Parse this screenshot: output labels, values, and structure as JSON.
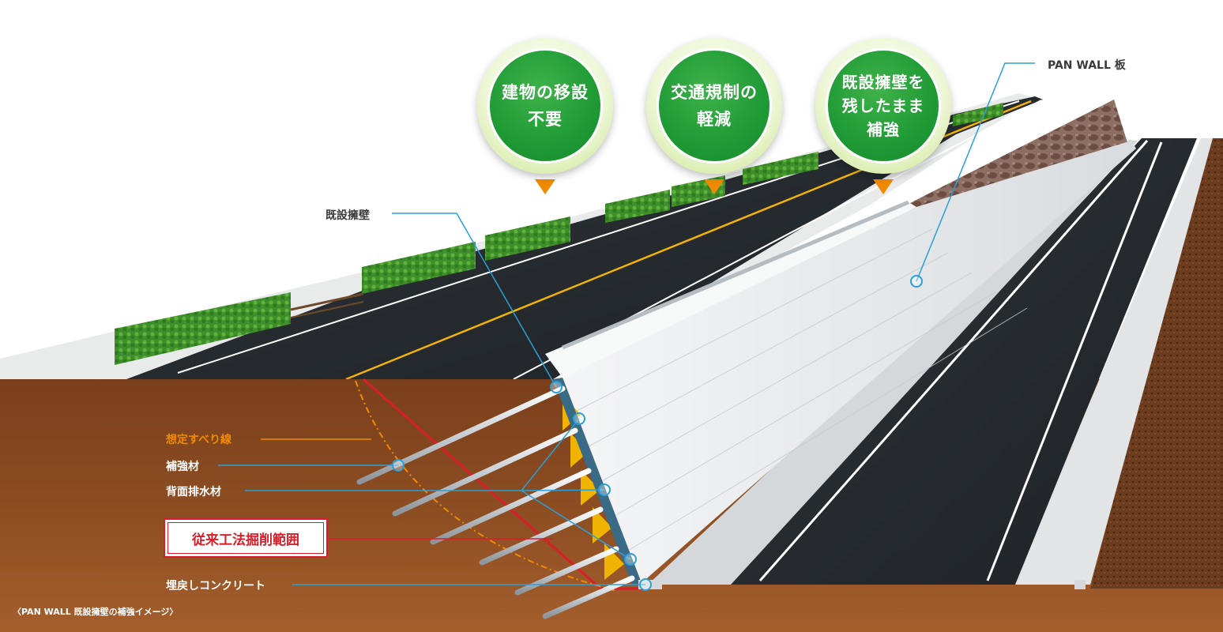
{
  "badges": [
    {
      "text": "建物の移設\n不要"
    },
    {
      "text": "交通規制の\n軽減"
    },
    {
      "text": "既設擁壁を\n残したまま\n補強"
    }
  ],
  "labels": {
    "pan_wall_board": "PAN WALL 板",
    "existing_wall": "既設擁壁",
    "slip_line": "想定すべり線",
    "reinforcement": "補強材",
    "back_drainage": "背面排水材",
    "conventional_excavation": "従来工法掘削範囲",
    "backfill_concrete": "埋戻しコンクリート"
  },
  "caption": "〈PAN WALL 既設擁壁の補強イメージ〉",
  "colors": {
    "badge_green": "#1f9a35",
    "leader_blue": "#2a9fd8",
    "slip_orange": "#f08a00",
    "excavation_red": "#d81e2a",
    "soil_brown": "#8a4a22"
  }
}
